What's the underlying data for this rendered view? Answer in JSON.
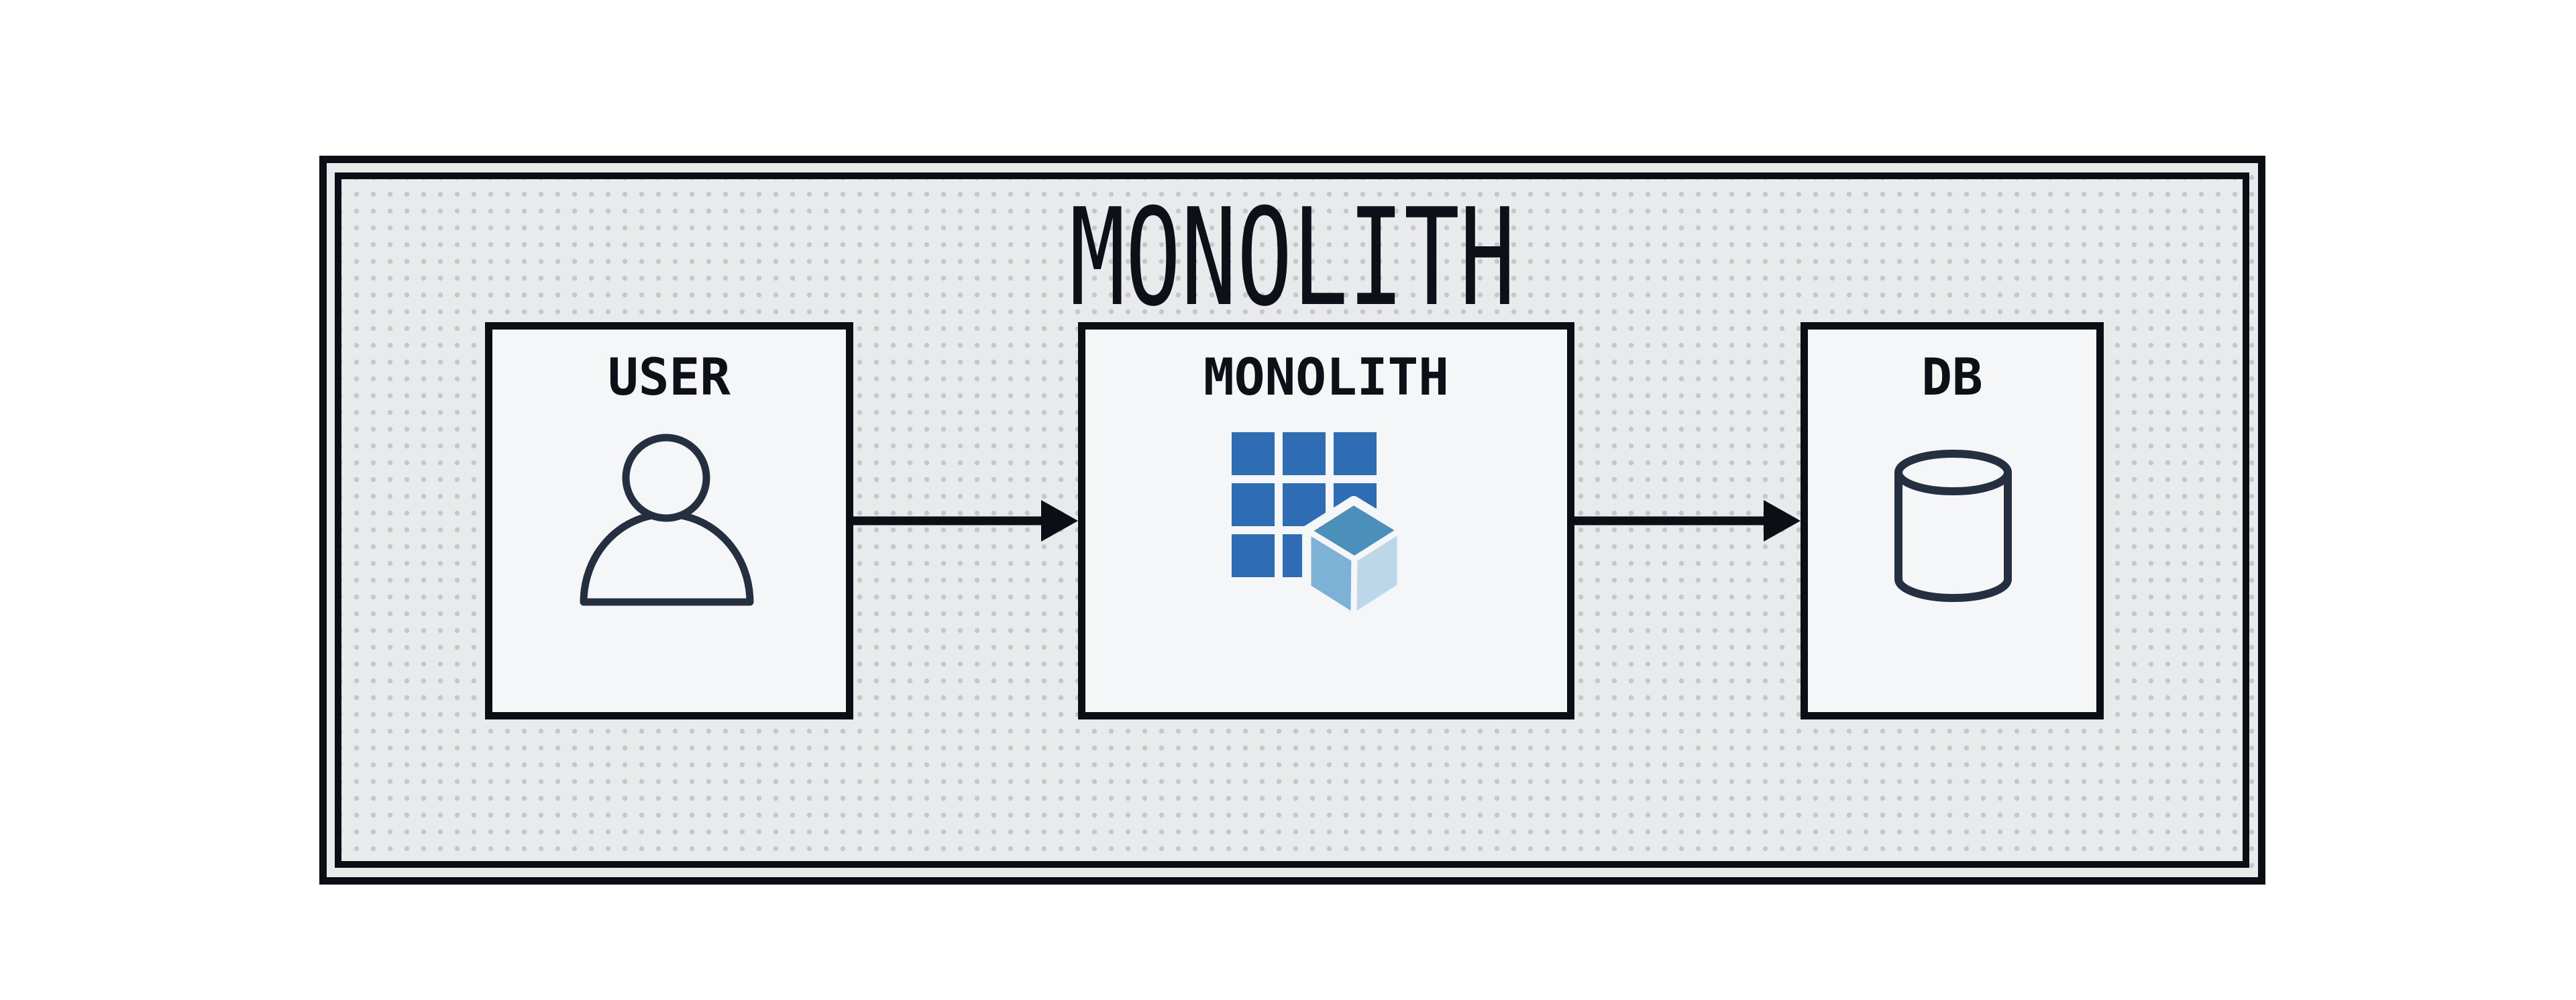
{
  "diagram": {
    "title": "MONOLITH",
    "nodes": [
      {
        "id": "user",
        "label": "USER",
        "icon": "person-icon"
      },
      {
        "id": "monolith",
        "label": "MONOLITH",
        "icon": "module-grid-cube-icon"
      },
      {
        "id": "db",
        "label": "DB",
        "icon": "database-cylinder-icon"
      }
    ],
    "arrows": [
      {
        "from": "USER",
        "to": "MONOLITH",
        "direction": "right"
      },
      {
        "from": "MONOLITH",
        "to": "DB",
        "direction": "right"
      }
    ]
  },
  "colors": {
    "canvas_background": "#ffffff",
    "panel_background": "#e8eaec",
    "panel_dot": "#c4c8cd",
    "border_black": "#0b0f15",
    "node_background": "#f5f6f8",
    "text": "#0d1117",
    "icon_stroke": "#243040",
    "grid_blue": "#2e6cb4",
    "cube_top_blue": "#4a90ba",
    "cube_left_blue": "#7cb2d5",
    "cube_right_blue": "#bcd7e8"
  }
}
